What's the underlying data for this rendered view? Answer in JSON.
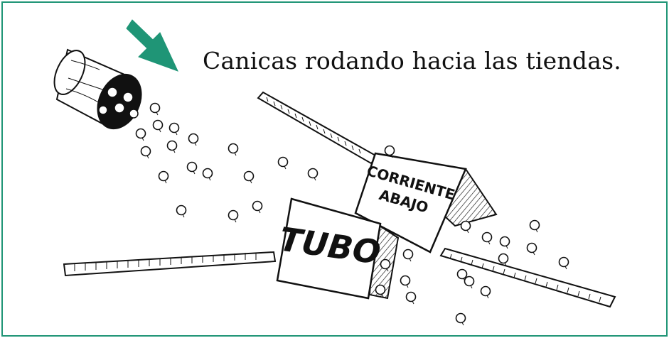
{
  "caption": "Canicas rodando hacia las tiendas.",
  "signs": {
    "small_line1": "CORRIENTE",
    "small_line2": "ABAJO",
    "big": "TUBO"
  },
  "icons": [
    "arrow-icon",
    "marble-can-icon",
    "marble-icon",
    "ruler-icon"
  ],
  "colors": {
    "frame": "#1f9576",
    "arrow": "#1f9576",
    "ink": "#111111"
  }
}
